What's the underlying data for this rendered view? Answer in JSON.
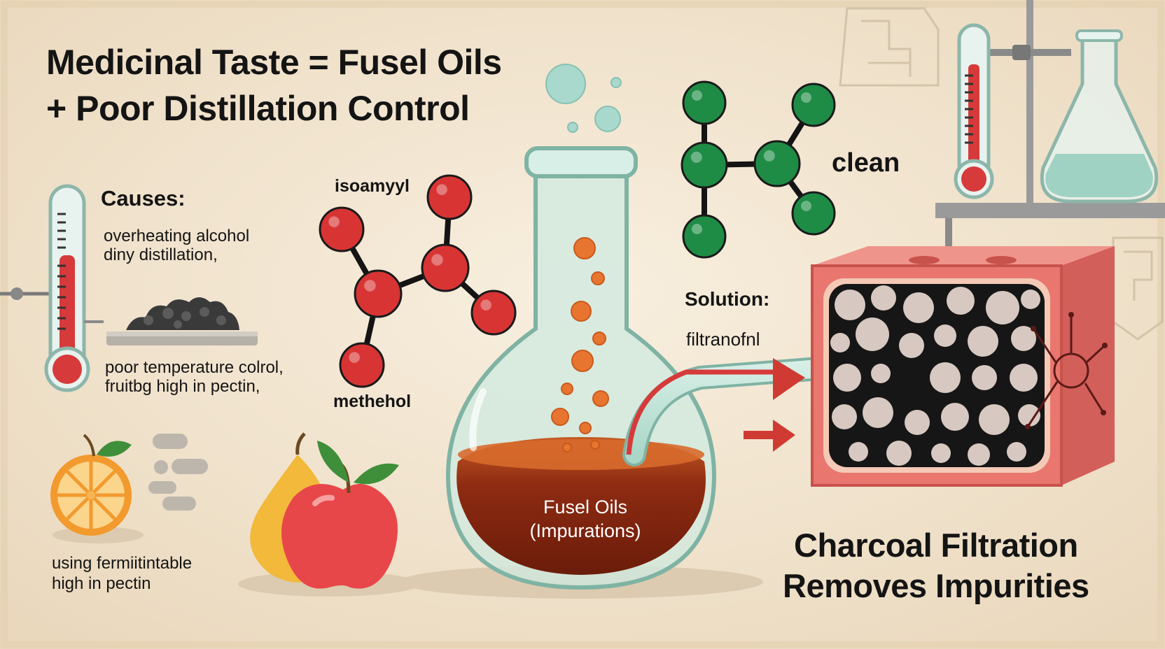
{
  "title": {
    "line1": "Medicinal Taste = Fusel Oils",
    "line2": "+ Poor Distillation Control"
  },
  "causes": {
    "heading": "Causes:",
    "item1_line1": "overheating alcohol",
    "item1_line2": "diny distillation,",
    "item2_line1": "poor temperature colrol,",
    "item2_line2": "fruitbg high in pectin,",
    "item3_line1": "using fermiitintable",
    "item3_line2": "high in pectin"
  },
  "molecules": {
    "bad_top_label": "isoamyyl",
    "bad_bottom_label": "methehol",
    "clean_label": "clean",
    "bad_color": "#d83434",
    "clean_color": "#1e8c45"
  },
  "flask": {
    "label_line1": "Fusel Oils",
    "label_line2": "(Impurations)",
    "liquid_color": "#8a2a10",
    "glass_color": "#bfe3d8"
  },
  "solution": {
    "heading": "Solution:",
    "item": "filtranofnl"
  },
  "footer": {
    "line1": "Charcoal Filtration",
    "line2": "Removes Impurities"
  },
  "colors": {
    "background": "#f3e7d3",
    "charcoal_box": "#e9776f",
    "arrow": "#cf3b33"
  }
}
